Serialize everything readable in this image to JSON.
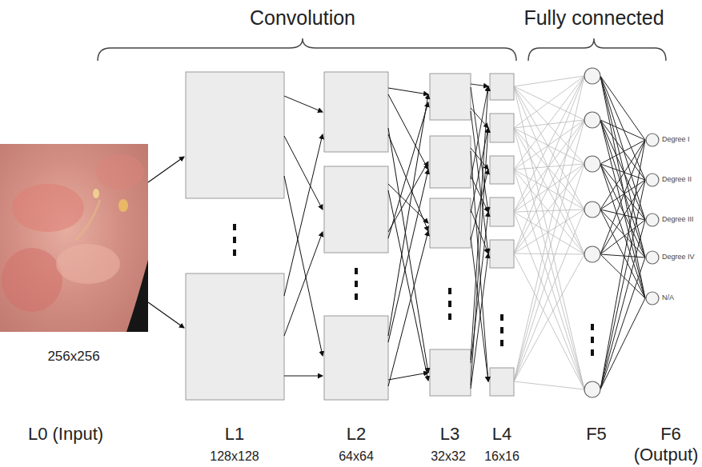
{
  "diagram": {
    "nodes": [
      {
        "text": [
          "Degree I"
        ]
      },
      {
        "text": [
          "Degree II"
        ]
      },
      {
        "text": [
          "Degree III"
        ]
      },
      {
        "text": [
          "Degree IV"
        ]
      },
      {
        "text": [
          "N/A"
        ]
      }
    ],
    "labels": [
      "Convolution",
      "Fully connected",
      "256x256",
      "L0 (Input)",
      "L1",
      "128x128",
      "L2",
      "64x64",
      "L3",
      "32x32",
      "L4",
      "16x16",
      "F5",
      "F6",
      "(Output)"
    ]
  }
}
